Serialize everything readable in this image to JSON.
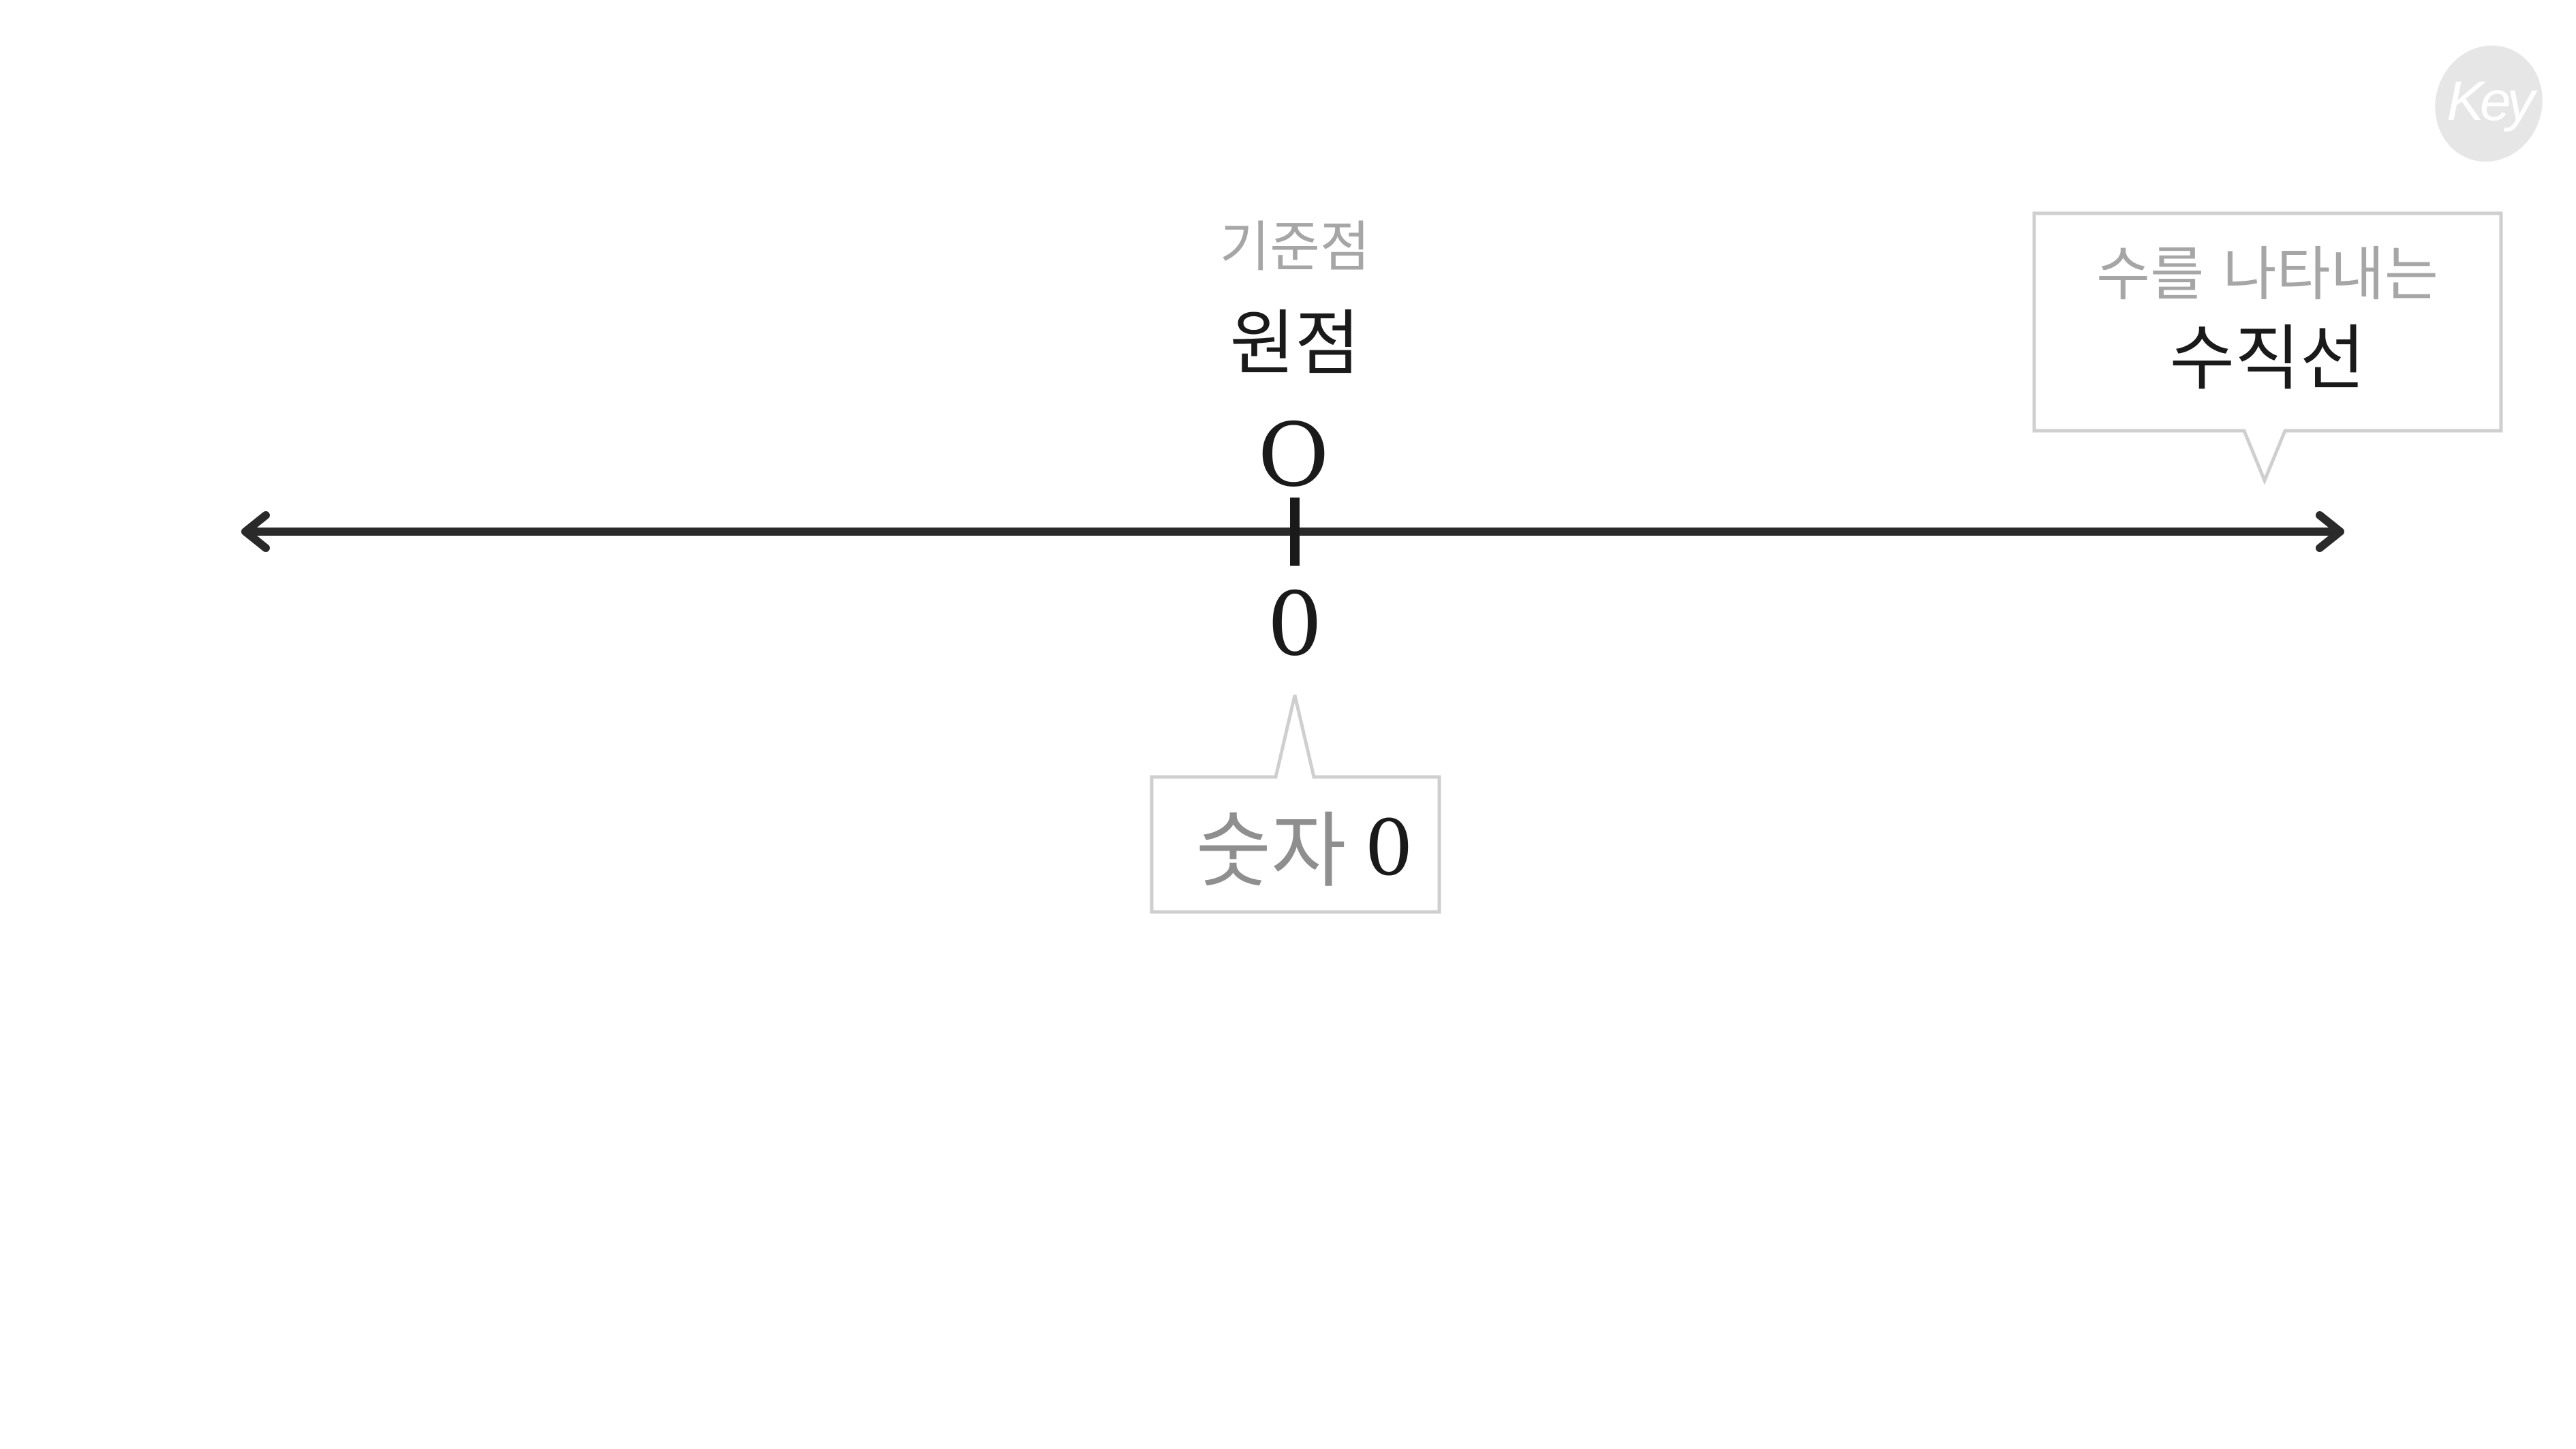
{
  "logo": {
    "text": "Key",
    "color": "#e6e6e6"
  },
  "origin_caption": {
    "subtitle": "기준점",
    "title": "원점",
    "symbol": "O"
  },
  "number_line": {
    "zero_label": "0",
    "line_color": "#2a2a2a"
  },
  "callout_right": {
    "line1": "수를 나타내는",
    "line2": "수직선"
  },
  "callout_bottom": {
    "word": "숫자",
    "number": "0"
  },
  "colors": {
    "muted_text": "#a6a6a6",
    "dark_text": "#1a1a1a",
    "callout_border": "#cfcfcf",
    "gray_text": "#8f8f8f"
  }
}
